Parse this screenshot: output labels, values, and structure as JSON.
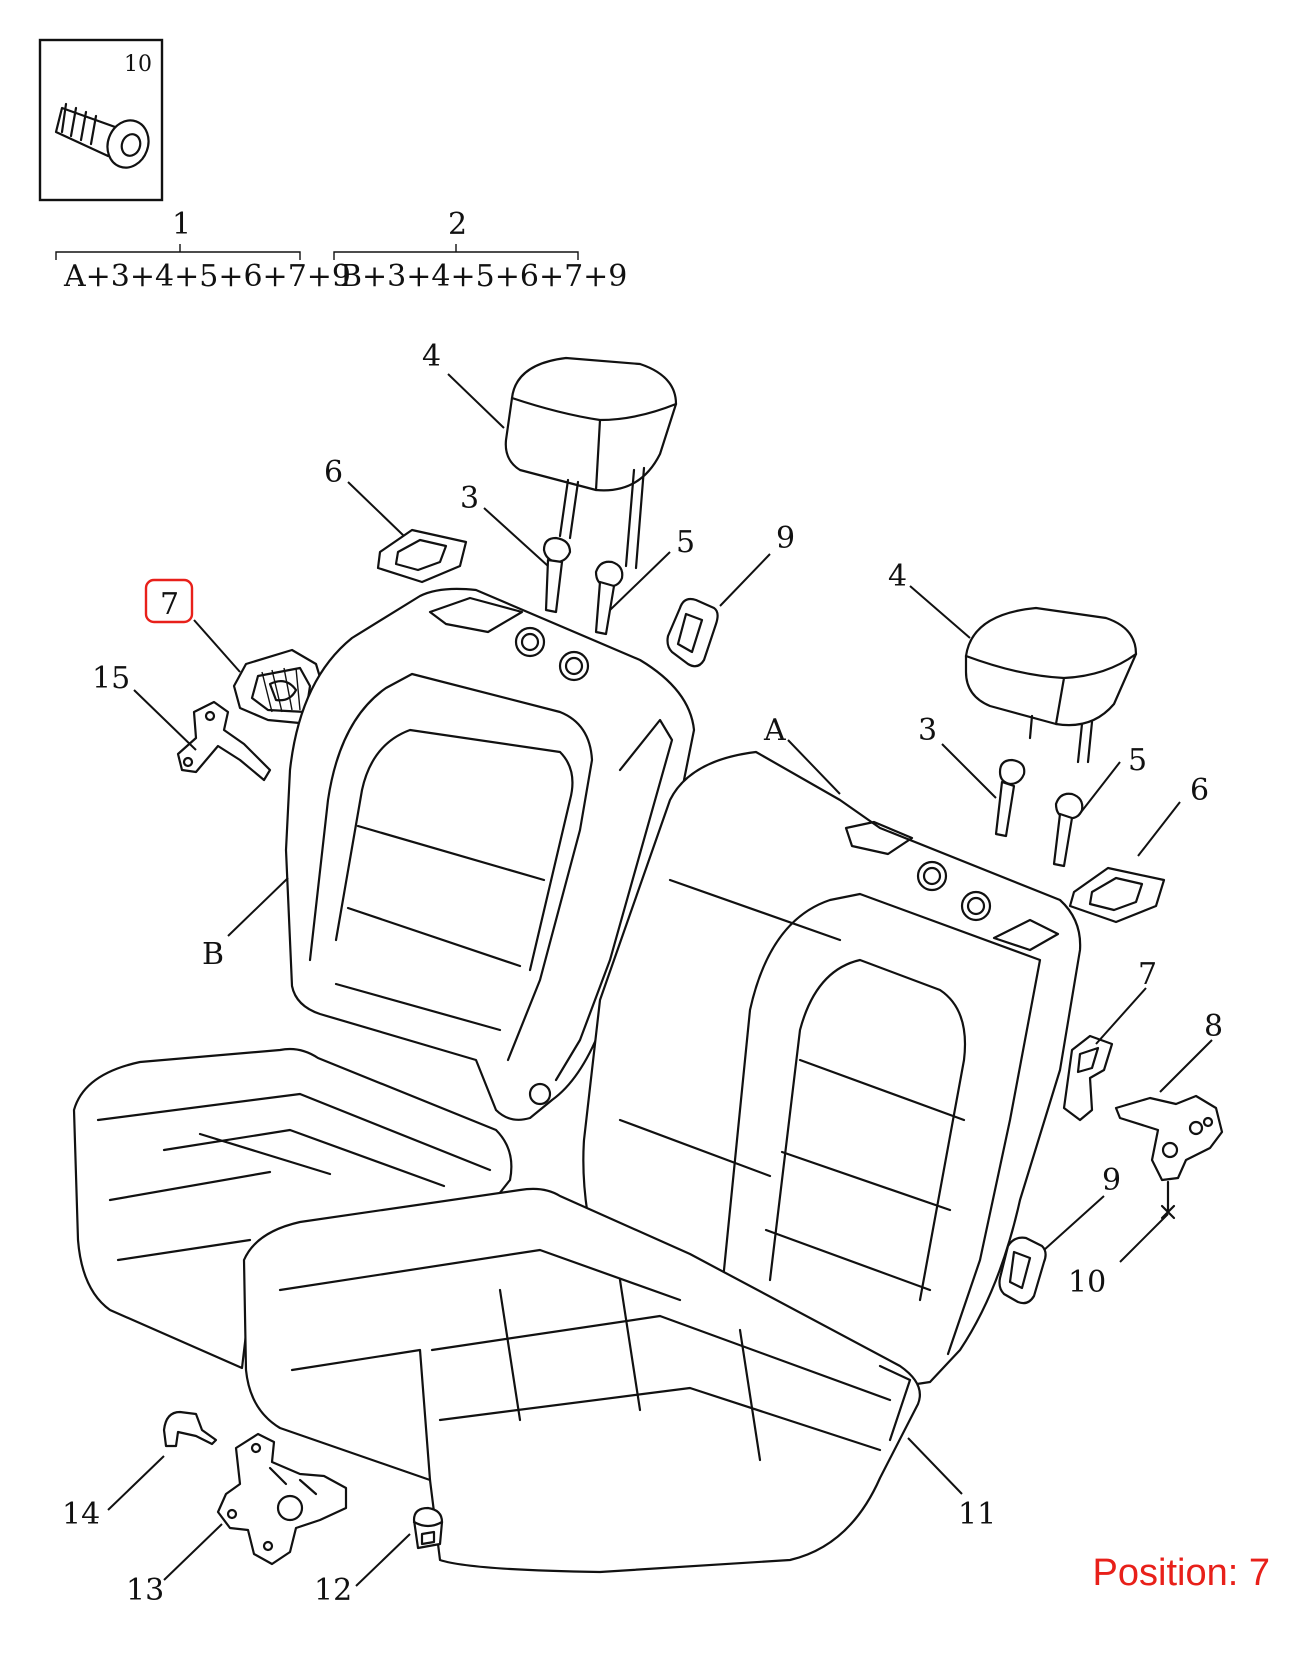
{
  "diagram": {
    "inset_callout": "10",
    "assemblies": [
      {
        "number": "1",
        "contents": "A+3+4+5+6+7+9"
      },
      {
        "number": "2",
        "contents": "B+3+4+5+6+7+9"
      }
    ],
    "callouts": {
      "headrest_left": "4",
      "trim_6_left": "6",
      "guide_3_left": "3",
      "guide_5_left": "5",
      "bezel_9_top": "9",
      "highlighted": "7",
      "hinge_15": "15",
      "backrest_A": "A",
      "backrest_B": "B",
      "headrest_right": "4",
      "guide_3_right": "3",
      "guide_5_right": "5",
      "trim_6_right": "6",
      "cover_7_right": "7",
      "hinge_8": "8",
      "bezel_9_right": "9",
      "bolt_10": "10",
      "cushion_11": "11",
      "clip_12": "12",
      "bracket_13": "13",
      "clip_14": "14"
    },
    "highlight_color": "#e8201a"
  },
  "position_label": "Position: 7"
}
